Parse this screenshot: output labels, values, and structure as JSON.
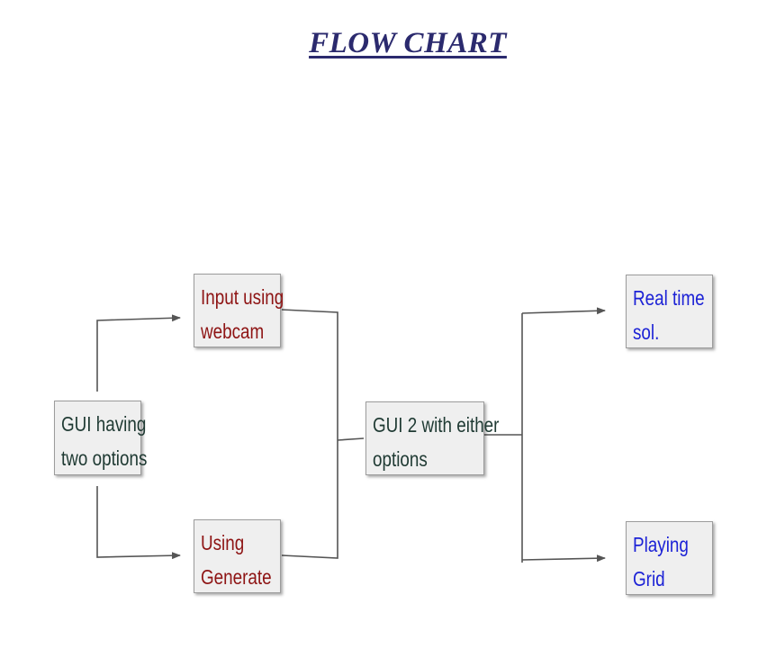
{
  "title": "FLOW CHART",
  "nodes": {
    "gui_main": {
      "line1": "GUI having",
      "line2": "two options"
    },
    "webcam": {
      "line1": "Input using",
      "line2": "webcam"
    },
    "generate": {
      "line1": "Using",
      "line2": "Generate"
    },
    "gui2": {
      "line1": "GUI 2 with either",
      "line2": "options"
    },
    "realtime": {
      "line1": "Real time",
      "line2": "sol."
    },
    "grid": {
      "line1": "Playing",
      "line2": "Grid"
    }
  },
  "colors": {
    "title": "#2b2a6e",
    "node_fill": "#efefef",
    "node_border": "#9c9c9c",
    "edge": "#555555",
    "text_dark": "#1f3a33",
    "text_red": "#8e1414",
    "text_blue": "#1c22d6"
  }
}
